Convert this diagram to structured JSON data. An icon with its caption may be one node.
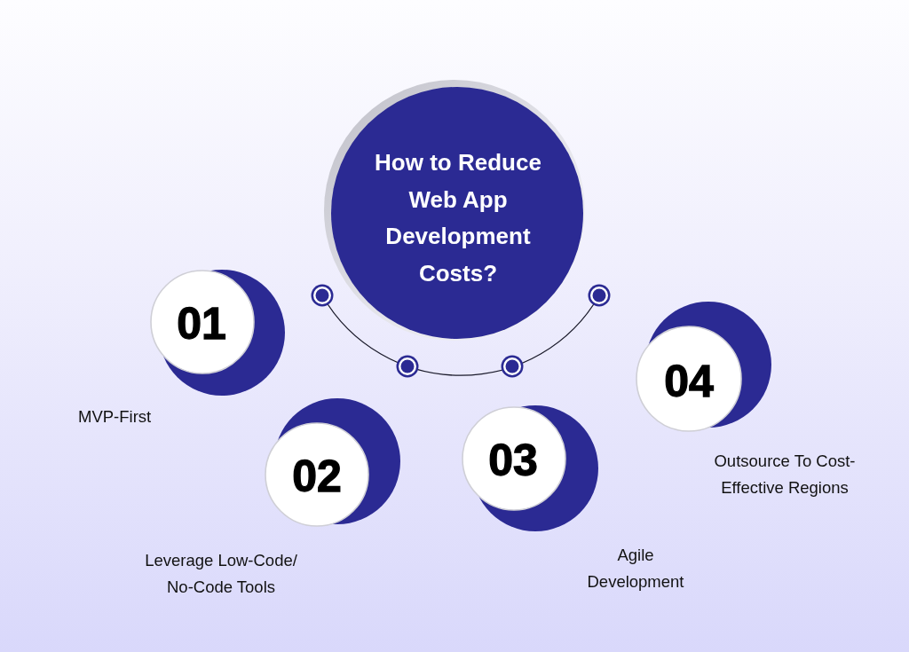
{
  "diagram": {
    "nodes": [
      {
        "text": [
          "How to Reduce Web App Development Costs?"
        ]
      },
      {
        "text": [
          "01"
        ],
        "beside": [
          "MVP-First"
        ]
      },
      {
        "text": [
          "02"
        ],
        "beside": [
          "Leverage Low-Code/ No-Code Tools"
        ]
      },
      {
        "text": [
          "03"
        ],
        "beside": [
          "Agile Development"
        ]
      },
      {
        "text": [
          "04"
        ],
        "beside": [
          "Outsource To Cost-Effective Regions"
        ]
      }
    ]
  }
}
